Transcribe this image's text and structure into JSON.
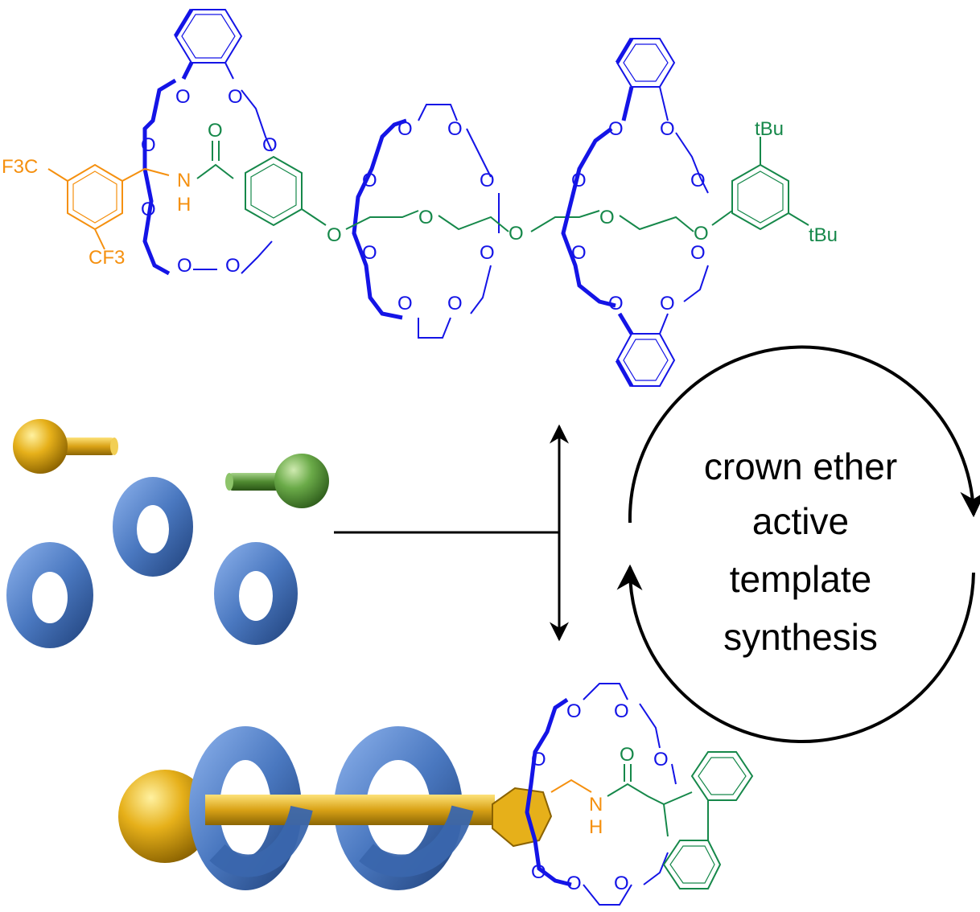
{
  "colors": {
    "crown": "#1414e6",
    "stopper_green": "#16884a",
    "stopper_orange": "#f5900f",
    "arrow": "#000000",
    "ring_blue": "#4a78c0",
    "gold": "#e6b01a",
    "sphere_green": "#6aaa48"
  },
  "icons": [
    "torus-ring",
    "gold-sphere-stopper",
    "green-sphere-stopper",
    "rotaxane-axle"
  ],
  "cycle_label": {
    "line1": "crown ether",
    "line2": "active",
    "line3": "template",
    "line4": "synthesis"
  },
  "labels": {
    "O": "O",
    "N": "N",
    "H": "H",
    "F3C": "F3C",
    "CF3": "CF3",
    "tBu": "tBu"
  }
}
